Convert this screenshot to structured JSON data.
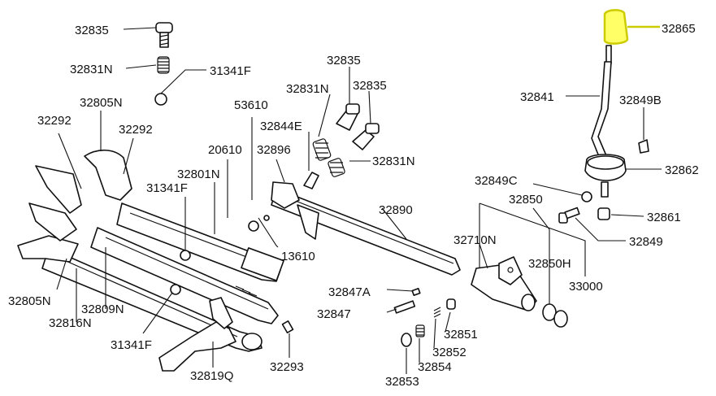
{
  "labels": [
    {
      "id": "32835-top",
      "text": "32835"
    },
    {
      "id": "32831N-top",
      "text": "32831N"
    },
    {
      "id": "31341F-top",
      "text": "31341F"
    },
    {
      "id": "32805N-top",
      "text": "32805N"
    },
    {
      "id": "32292-left",
      "text": "32292"
    },
    {
      "id": "32292-right",
      "text": "32292"
    },
    {
      "id": "32801N",
      "text": "32801N"
    },
    {
      "id": "31341F-mid",
      "text": "31341F"
    },
    {
      "id": "20610",
      "text": "20610"
    },
    {
      "id": "53610",
      "text": "53610"
    },
    {
      "id": "32844E",
      "text": "32844E"
    },
    {
      "id": "32896",
      "text": "32896"
    },
    {
      "id": "32831N-mid",
      "text": "32831N"
    },
    {
      "id": "32835-mid1",
      "text": "32835"
    },
    {
      "id": "32835-mid2",
      "text": "32835"
    },
    {
      "id": "32831N-right",
      "text": "32831N"
    },
    {
      "id": "32890",
      "text": "32890"
    },
    {
      "id": "13610",
      "text": "13610"
    },
    {
      "id": "32805N-bottom",
      "text": "32805N"
    },
    {
      "id": "32809N",
      "text": "32809N"
    },
    {
      "id": "32816N",
      "text": "32816N"
    },
    {
      "id": "31341F-bottom",
      "text": "31341F"
    },
    {
      "id": "32819Q",
      "text": "32819Q"
    },
    {
      "id": "32293",
      "text": "32293"
    },
    {
      "id": "32847A",
      "text": "32847A"
    },
    {
      "id": "32847",
      "text": "32847"
    },
    {
      "id": "32851",
      "text": "32851"
    },
    {
      "id": "32852",
      "text": "32852"
    },
    {
      "id": "32854",
      "text": "32854"
    },
    {
      "id": "32853",
      "text": "32853"
    },
    {
      "id": "32710N",
      "text": "32710N"
    },
    {
      "id": "32850",
      "text": "32850"
    },
    {
      "id": "32850H",
      "text": "32850H"
    },
    {
      "id": "33000",
      "text": "33000"
    },
    {
      "id": "32849C",
      "text": "32849C"
    },
    {
      "id": "32849",
      "text": "32849"
    },
    {
      "id": "32861",
      "text": "32861"
    },
    {
      "id": "32862",
      "text": "32862"
    },
    {
      "id": "32849B",
      "text": "32849B"
    },
    {
      "id": "32841",
      "text": "32841"
    },
    {
      "id": "32865",
      "text": "32865"
    }
  ],
  "colors": {
    "highlight_fill": "#ffff66",
    "highlight_stroke": "#cccc00",
    "line": "#111111",
    "background": "#ffffff"
  },
  "highlighted_part": "32865"
}
